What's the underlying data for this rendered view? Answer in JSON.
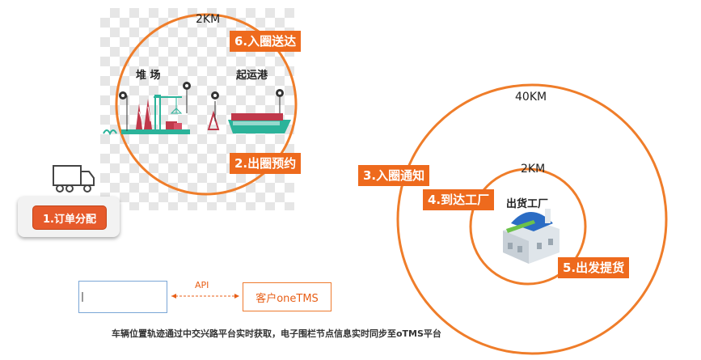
{
  "left_zone": {
    "radius_label": "2KM",
    "yard_label": "堆  场",
    "port_label": "起运港",
    "tag_enter_delivery": "6.入圈送达",
    "tag_exit_appointment": "2.出圈预约"
  },
  "order_button": {
    "label": "1.订单分配"
  },
  "api": {
    "label": "API",
    "client_box_label": "客户oneTMS"
  },
  "footnote": "车辆位置轨迹通过中交兴路平台实时获取，电子围栏节点信息实时同步至oTMS平台",
  "right_zone": {
    "outer_radius_label": "40KM",
    "inner_radius_label": "2KM",
    "factory_label": "出货工厂",
    "tag_enter_notify": "3.入圈通知",
    "tag_arrive_factory": "4.到达工厂",
    "tag_depart_pickup": "5.出发提货"
  },
  "colors": {
    "accent_orange": "#ee6a1d",
    "circle_orange": "#ef7d2a",
    "teal": "#2bb39a",
    "crane_red": "#c0394b"
  }
}
